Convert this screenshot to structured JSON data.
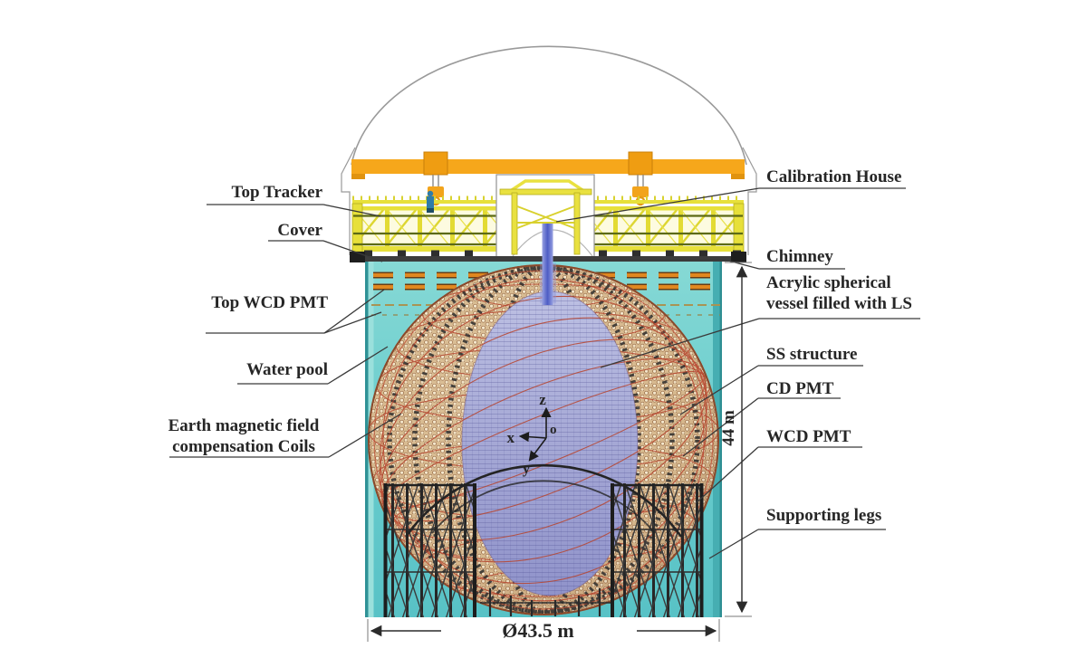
{
  "figure": {
    "type": "detector-cross-section-schematic",
    "description": "Cut-away schematic of a large underground liquid-scintillator neutrino detector in a cylindrical water pool"
  },
  "labels": {
    "top_tracker": "Top Tracker",
    "cover": "Cover",
    "top_wcd_pmt": "Top WCD PMT",
    "water_pool": "Water pool",
    "earth_coils_line1": "Earth magnetic field",
    "earth_coils_line2": "compensation Coils",
    "calibration_house": "Calibration House",
    "chimney": "Chimney",
    "acrylic_line1": "Acrylic spherical",
    "acrylic_line2": "vessel filled with LS",
    "ss_structure": "SS structure",
    "cd_pmt": "CD PMT",
    "wcd_pmt": "WCD PMT",
    "supporting_legs": "Supporting legs"
  },
  "dimensions": {
    "height": "44 m",
    "diameter": "Ø43.5 m"
  },
  "axes": {
    "z": "z",
    "x": "x",
    "y": "y",
    "origin": "o"
  },
  "colors": {
    "crane_orange": "#f6a71b",
    "truss_yellow": "#e7e03a",
    "water_teal": "#6fcecf",
    "pmt_tan": "#d9bd93",
    "vessel_lavender": "#a9abd6",
    "coil_red": "#b8452f",
    "steel_dark": "#2d2d2d",
    "chimney_blue": "#4d5cc4"
  }
}
